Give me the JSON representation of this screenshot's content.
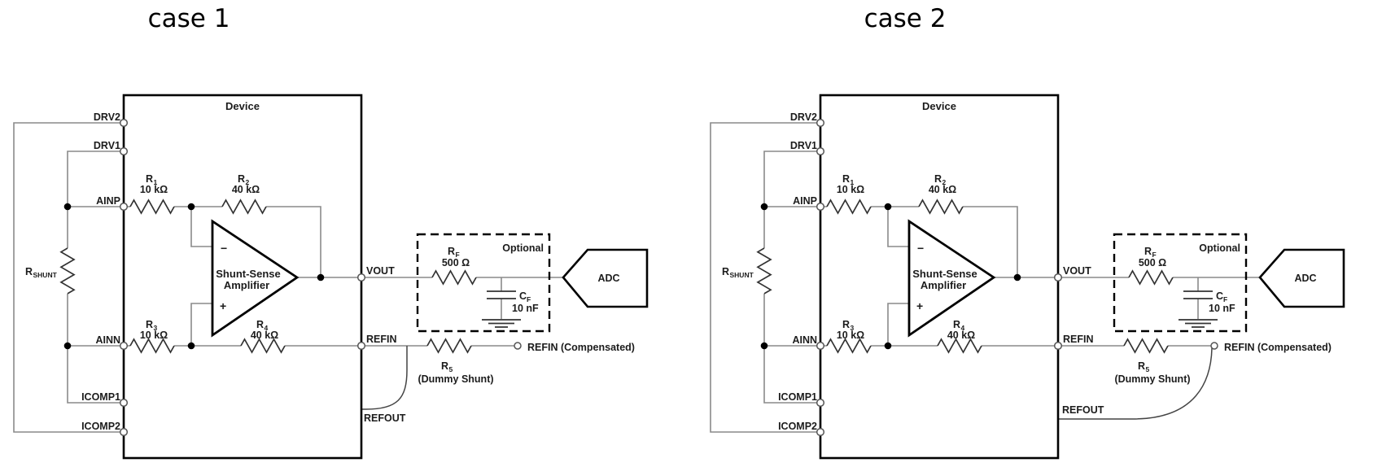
{
  "circuit": {
    "cases": [
      {
        "title": "case 1"
      },
      {
        "title": "case 2"
      }
    ],
    "device_label": "Device",
    "amplifier": {
      "line1": "Shunt-Sense",
      "line2": "Amplifier",
      "inverting_sign": "−",
      "noninverting_sign": "+"
    },
    "pins": {
      "left": [
        "DRV2",
        "DRV1",
        "AINP",
        "AINN",
        "ICOMP1",
        "ICOMP2"
      ],
      "right": [
        "VOUT",
        "REFIN",
        "REFOUT"
      ]
    },
    "components": {
      "rshunt": {
        "base": "R",
        "sub": "SHUNT"
      },
      "r1": {
        "base": "R",
        "sub": "1",
        "value": "10 kΩ"
      },
      "r2": {
        "base": "R",
        "sub": "2",
        "value": "40 kΩ"
      },
      "r3": {
        "base": "R",
        "sub": "3",
        "value": "10 kΩ"
      },
      "r4": {
        "base": "R",
        "sub": "4",
        "value": "40 kΩ"
      },
      "r5": {
        "base": "R",
        "sub": "5",
        "note": "(Dummy Shunt)"
      },
      "rf": {
        "base": "R",
        "sub": "F",
        "value": "500 Ω"
      },
      "cf": {
        "base": "C",
        "sub": "F",
        "value": "10 nF"
      }
    },
    "filter_box_label": "Optional",
    "adc_label": "ADC",
    "refin_compensated_label": "REFIN (Compensated)"
  },
  "colors": {
    "background": "#ffffff",
    "wire": "#8a8a8a",
    "component": "#333333",
    "outline": "#000000",
    "text": "#1c1c1c"
  }
}
